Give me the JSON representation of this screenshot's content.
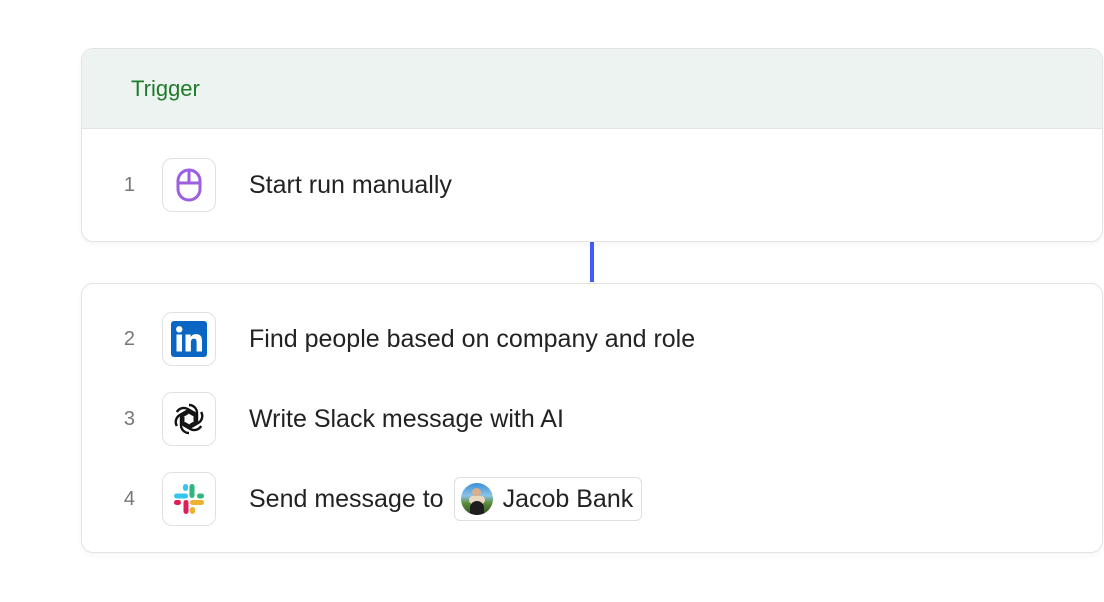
{
  "trigger_card": {
    "header": "Trigger",
    "steps": [
      {
        "number": "1",
        "icon": "mouse-icon",
        "label": "Start run manually"
      }
    ]
  },
  "connector": {
    "color": "#3e5bff"
  },
  "actions_card": {
    "steps": [
      {
        "number": "2",
        "icon": "linkedin-icon",
        "label": "Find people based on company and role"
      },
      {
        "number": "3",
        "icon": "openai-icon",
        "label": "Write Slack message with AI"
      },
      {
        "number": "4",
        "icon": "slack-icon",
        "label": "Send message to",
        "recipient": {
          "name": "Jacob Bank",
          "avatar": "user-avatar"
        }
      }
    ]
  },
  "colors": {
    "header_bg": "#edf3f1",
    "header_text": "#1f7a2a",
    "mouse_icon": "#9b5fe0",
    "linkedin": "#0a66c2"
  }
}
